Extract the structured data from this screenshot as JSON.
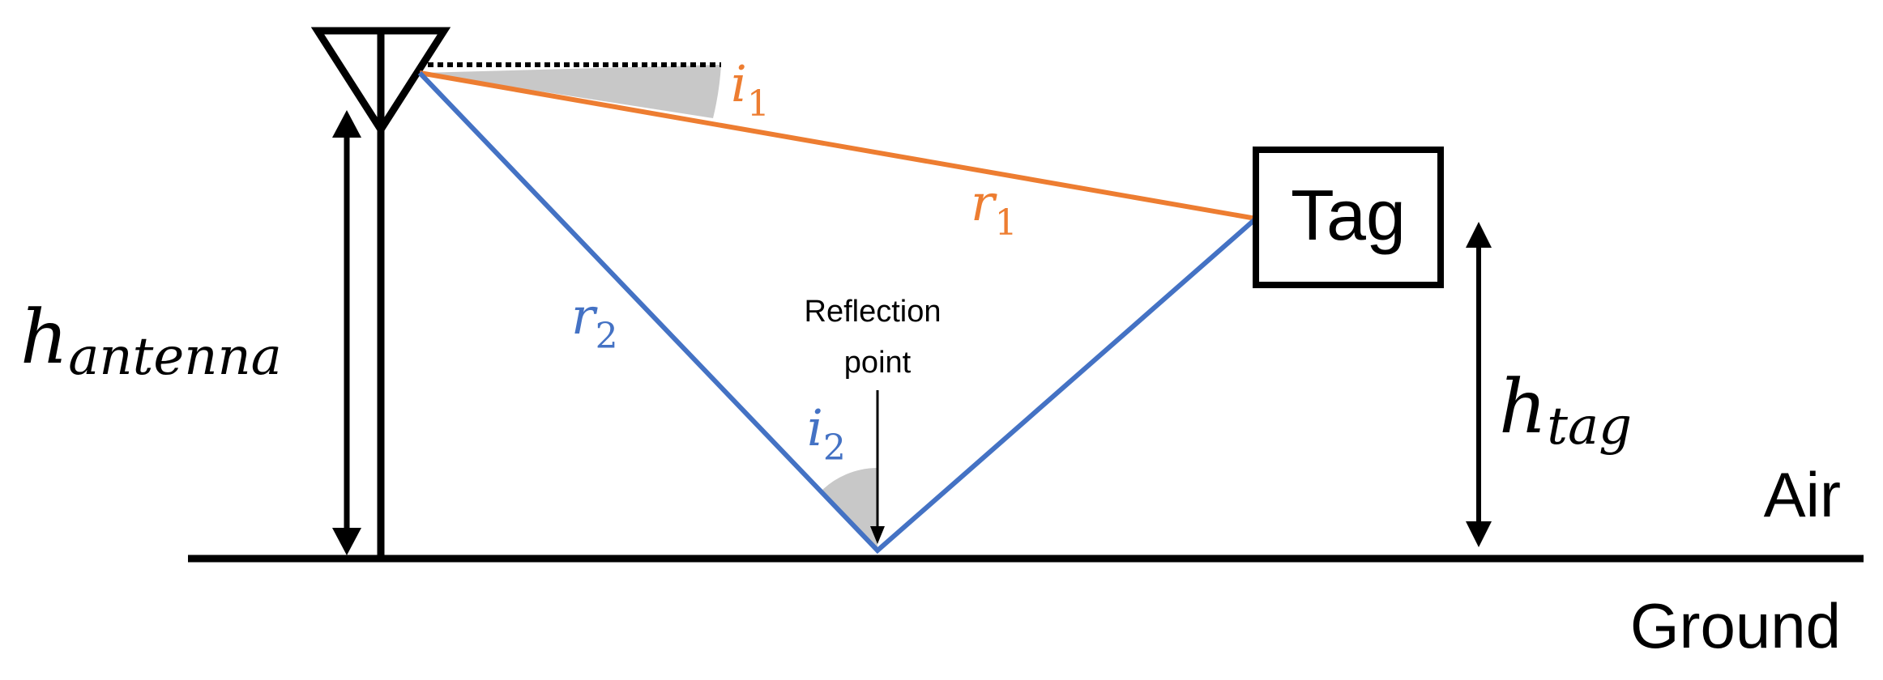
{
  "labels": {
    "h_antenna": {
      "base": "h",
      "sub": "antenna"
    },
    "h_tag": {
      "base": "h",
      "sub": "tag"
    },
    "r1": {
      "base": "r",
      "sub": "1"
    },
    "r2": {
      "base": "r",
      "sub": "2"
    },
    "i1": {
      "base": "i",
      "sub": "1"
    },
    "i2": {
      "base": "i",
      "sub": "2"
    },
    "tag": "Tag",
    "reflection_line1": "Reflection",
    "reflection_line2": "point",
    "air": "Air",
    "ground": "Ground"
  },
  "colors": {
    "direct_path": "#ED7D31",
    "reflected_path": "#4472C4",
    "ink": "#000000",
    "angle_fill": "#C8C8C8"
  }
}
